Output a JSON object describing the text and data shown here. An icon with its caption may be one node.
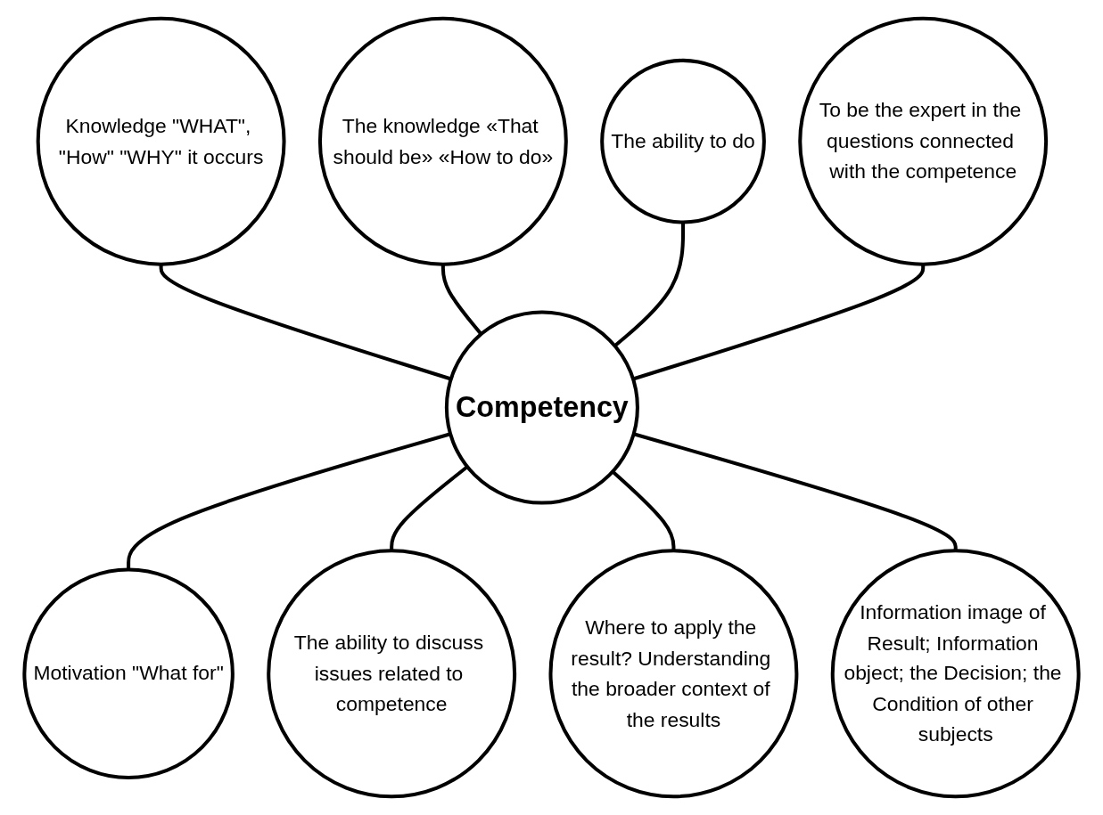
{
  "diagram": {
    "nodes": [
      {
        "text": [
          "The knowledge «That should be» «How to do»"
        ]
      },
      {
        "text": [
          "Knowledge \"WHAT\", \"How\" \"WHY\" it occurs"
        ]
      },
      {
        "text": [
          "The ability to do"
        ]
      },
      {
        "text": [
          "To be the expert in the questions connected with the competence"
        ]
      },
      {
        "text": [
          "Competency"
        ]
      },
      {
        "text": [
          "Motivation \"What for\""
        ]
      },
      {
        "text": [
          "The ability to discuss issues related to competence"
        ]
      },
      {
        "text": [
          "Information image of Result; Information object; the Decision; the Condition of other subjects"
        ]
      },
      {
        "text": [
          "Where to apply the result? Understanding the broader context of the results"
        ]
      }
    ],
    "edges": [
      {
        "from": 1,
        "to": 4,
        "arrow": "none"
      },
      {
        "from": 0,
        "to": 4,
        "arrow": "none"
      },
      {
        "from": 2,
        "to": 4,
        "arrow": "none"
      },
      {
        "from": 3,
        "to": 4,
        "arrow": "none"
      },
      {
        "from": 4,
        "to": 5,
        "arrow": "none"
      },
      {
        "from": 4,
        "to": 6,
        "arrow": "none"
      },
      {
        "from": 4,
        "to": 8,
        "arrow": "none"
      },
      {
        "from": 4,
        "to": 7,
        "arrow": "none"
      }
    ]
  }
}
